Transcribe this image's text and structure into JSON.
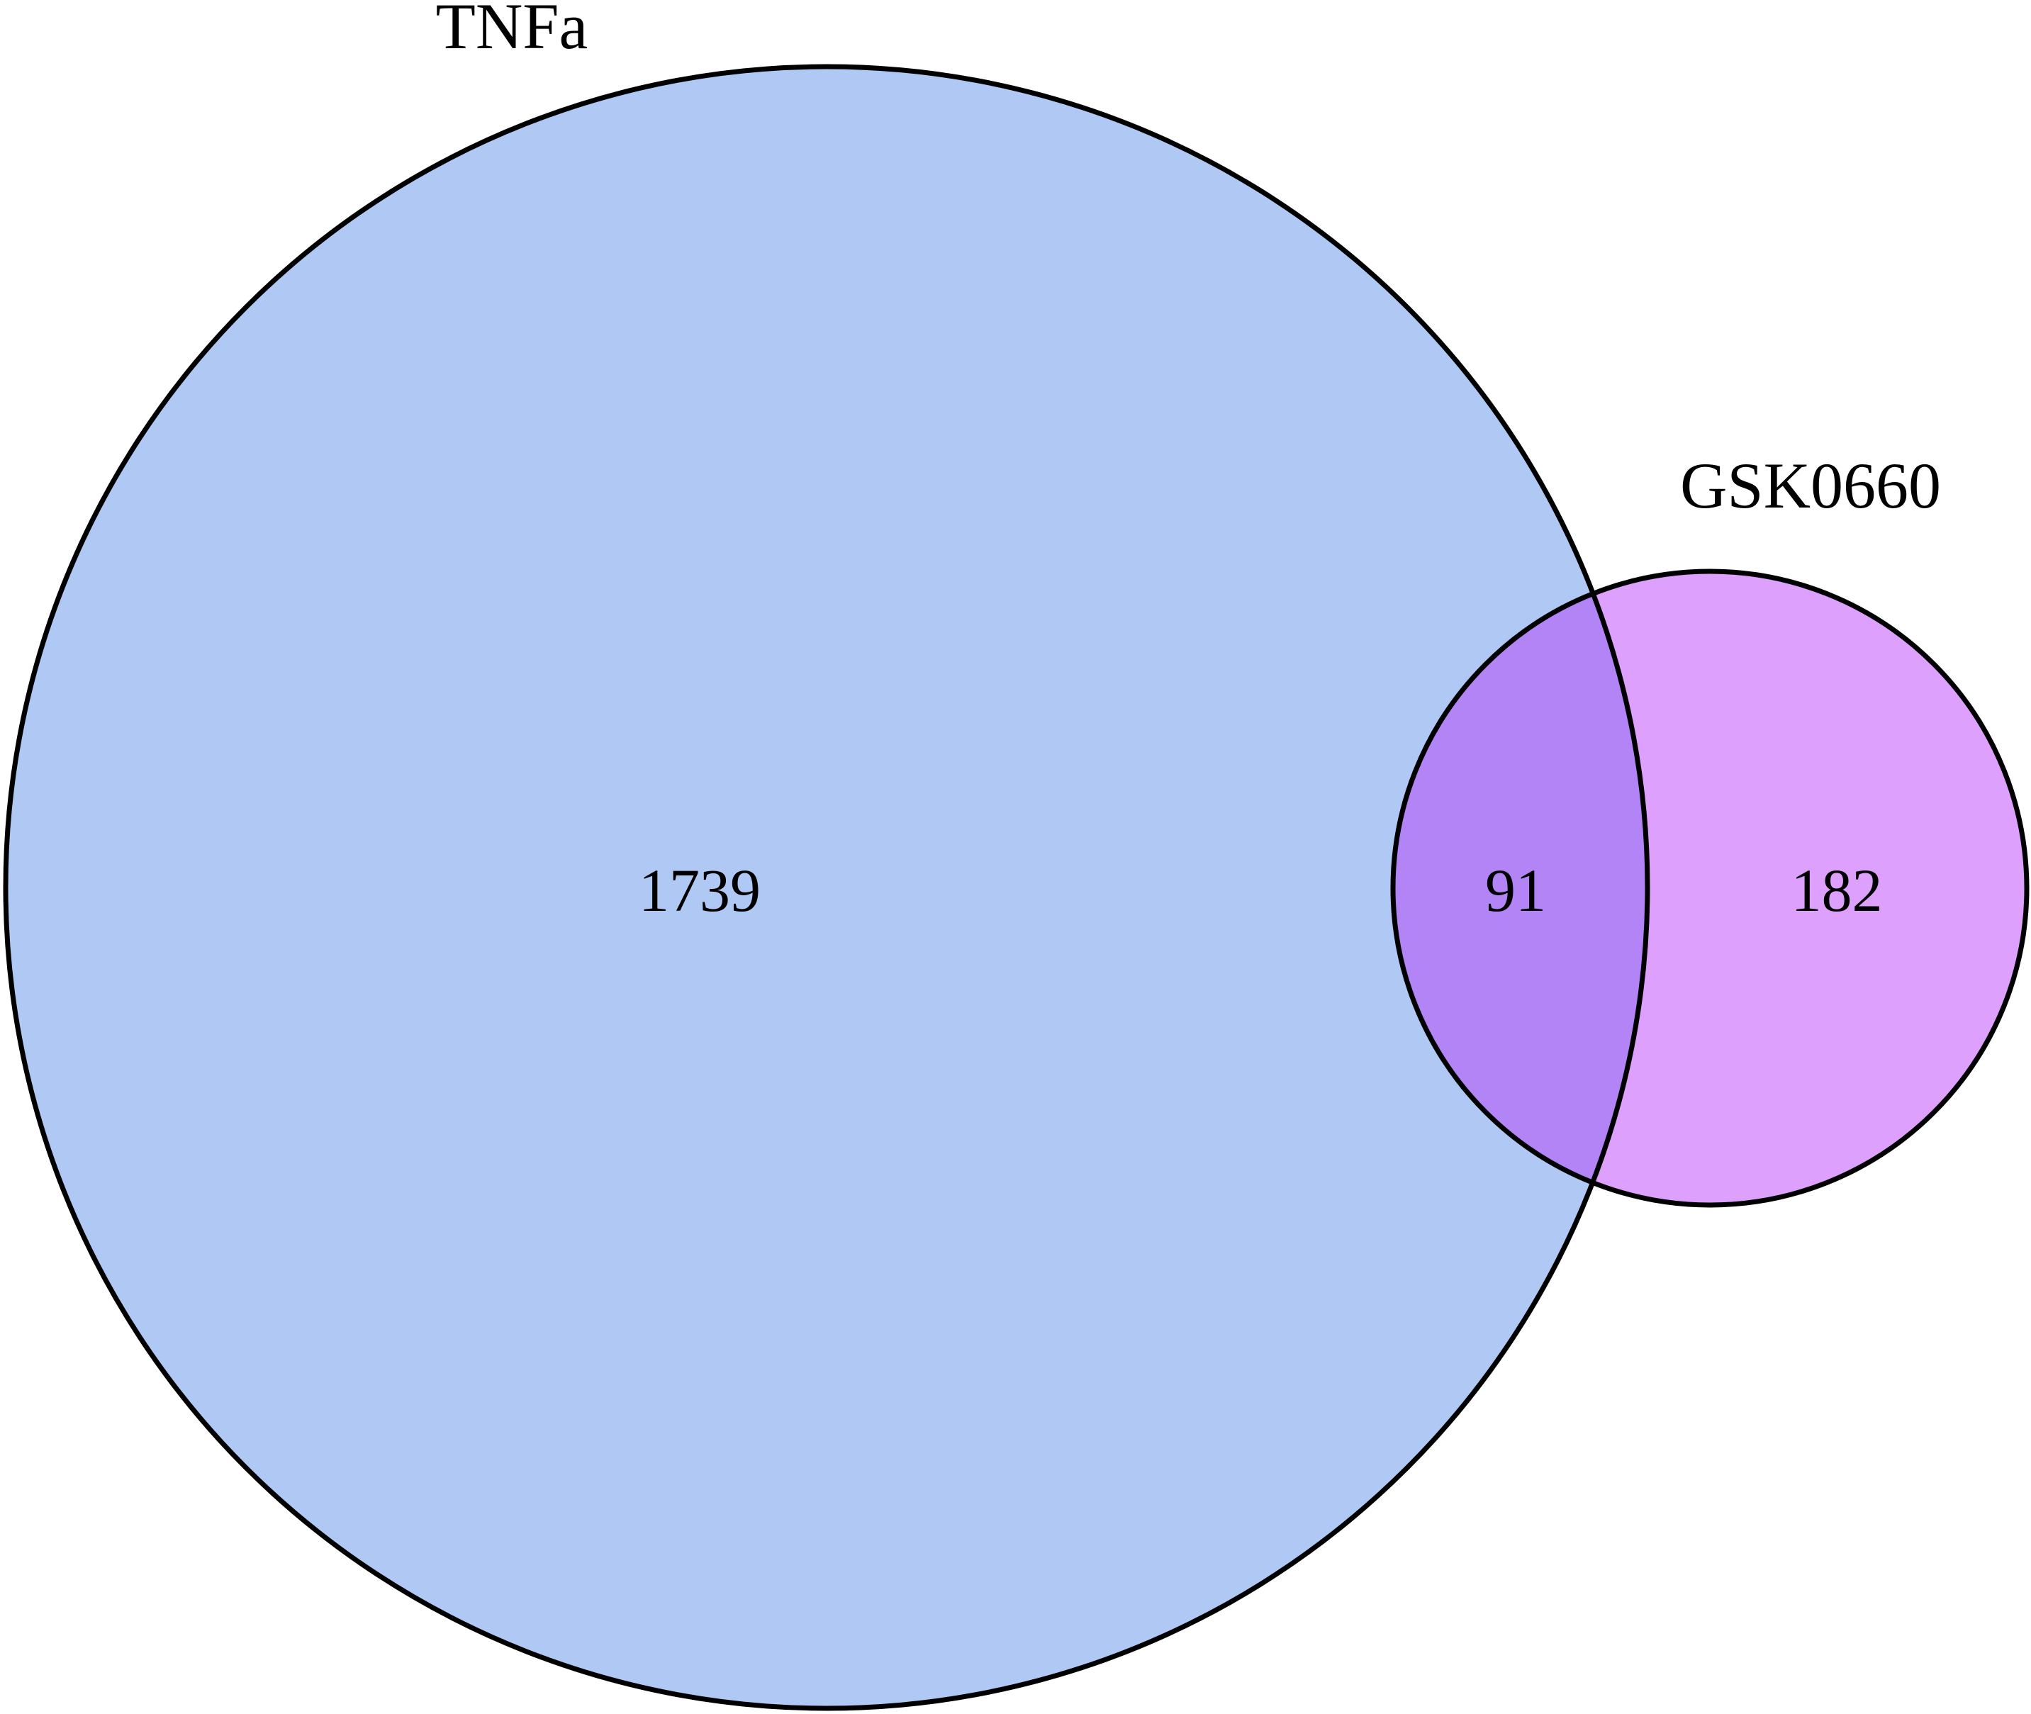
{
  "chart_data": {
    "type": "venn",
    "title": "",
    "sets": [
      {
        "name": "TNFa",
        "only_count": "1739",
        "color": "#B0C8F4"
      },
      {
        "name": "GSK0660",
        "only_count": "182",
        "color": "#DDA0FC"
      }
    ],
    "intersection": {
      "sets": [
        "TNFa",
        "GSK0660"
      ],
      "count": "91",
      "color": "#B384F6"
    },
    "outline_color": "#000000"
  }
}
